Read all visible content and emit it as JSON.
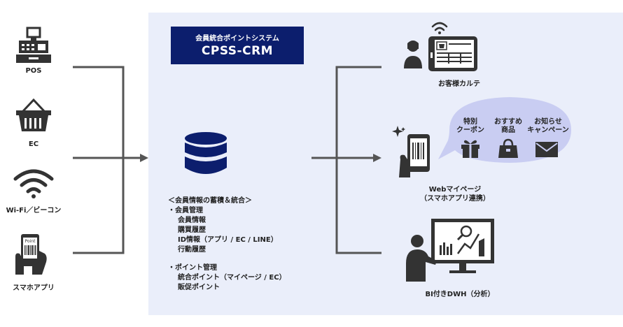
{
  "sources": [
    {
      "label": "POS",
      "icon": "cash-register-icon"
    },
    {
      "label": "EC",
      "icon": "shopping-basket-icon"
    },
    {
      "label": "Wi-Fi／ビーコン",
      "icon": "wifi-icon"
    },
    {
      "label": "スマホアプリ",
      "icon": "smartphone-point-icon"
    }
  ],
  "system": {
    "subtitle": "会員統合ポイントシステム",
    "title": "CPSS-CRM"
  },
  "info": {
    "header": "＜会員情報の蓄積＆統合＞",
    "member_heading": "・会員管理",
    "member_items": [
      "会員情報",
      "購買履歴",
      "ID情報（アプリ / EC / LINE）",
      "行動履歴"
    ],
    "point_heading": "・ポイント管理",
    "point_items": [
      "統合ポイント（マイページ / EC）",
      "販促ポイント"
    ]
  },
  "outputs": [
    {
      "label": "お客様カルテ",
      "icon": "customer-tablet-icon"
    },
    {
      "label": "Webマイページ\n（スマホアプリ連携）",
      "icon": "smartphone-barcode-icon"
    },
    {
      "label": "BI付きDWH（分析）",
      "icon": "analyst-monitor-icon"
    }
  ],
  "bubble": [
    {
      "label": "特別\nクーポン",
      "icon": "gift-icon"
    },
    {
      "label": "おすすめ\n商品",
      "icon": "handbag-icon"
    },
    {
      "label": "お知らせ\nキャンペーン",
      "icon": "envelope-icon"
    }
  ],
  "colors": {
    "panel": "#eaeefa",
    "badge": "#0c1e6d",
    "database": "#0c1e6d",
    "lines": "#555555",
    "bubble": "#c9cdf2",
    "icons": "#333333"
  }
}
